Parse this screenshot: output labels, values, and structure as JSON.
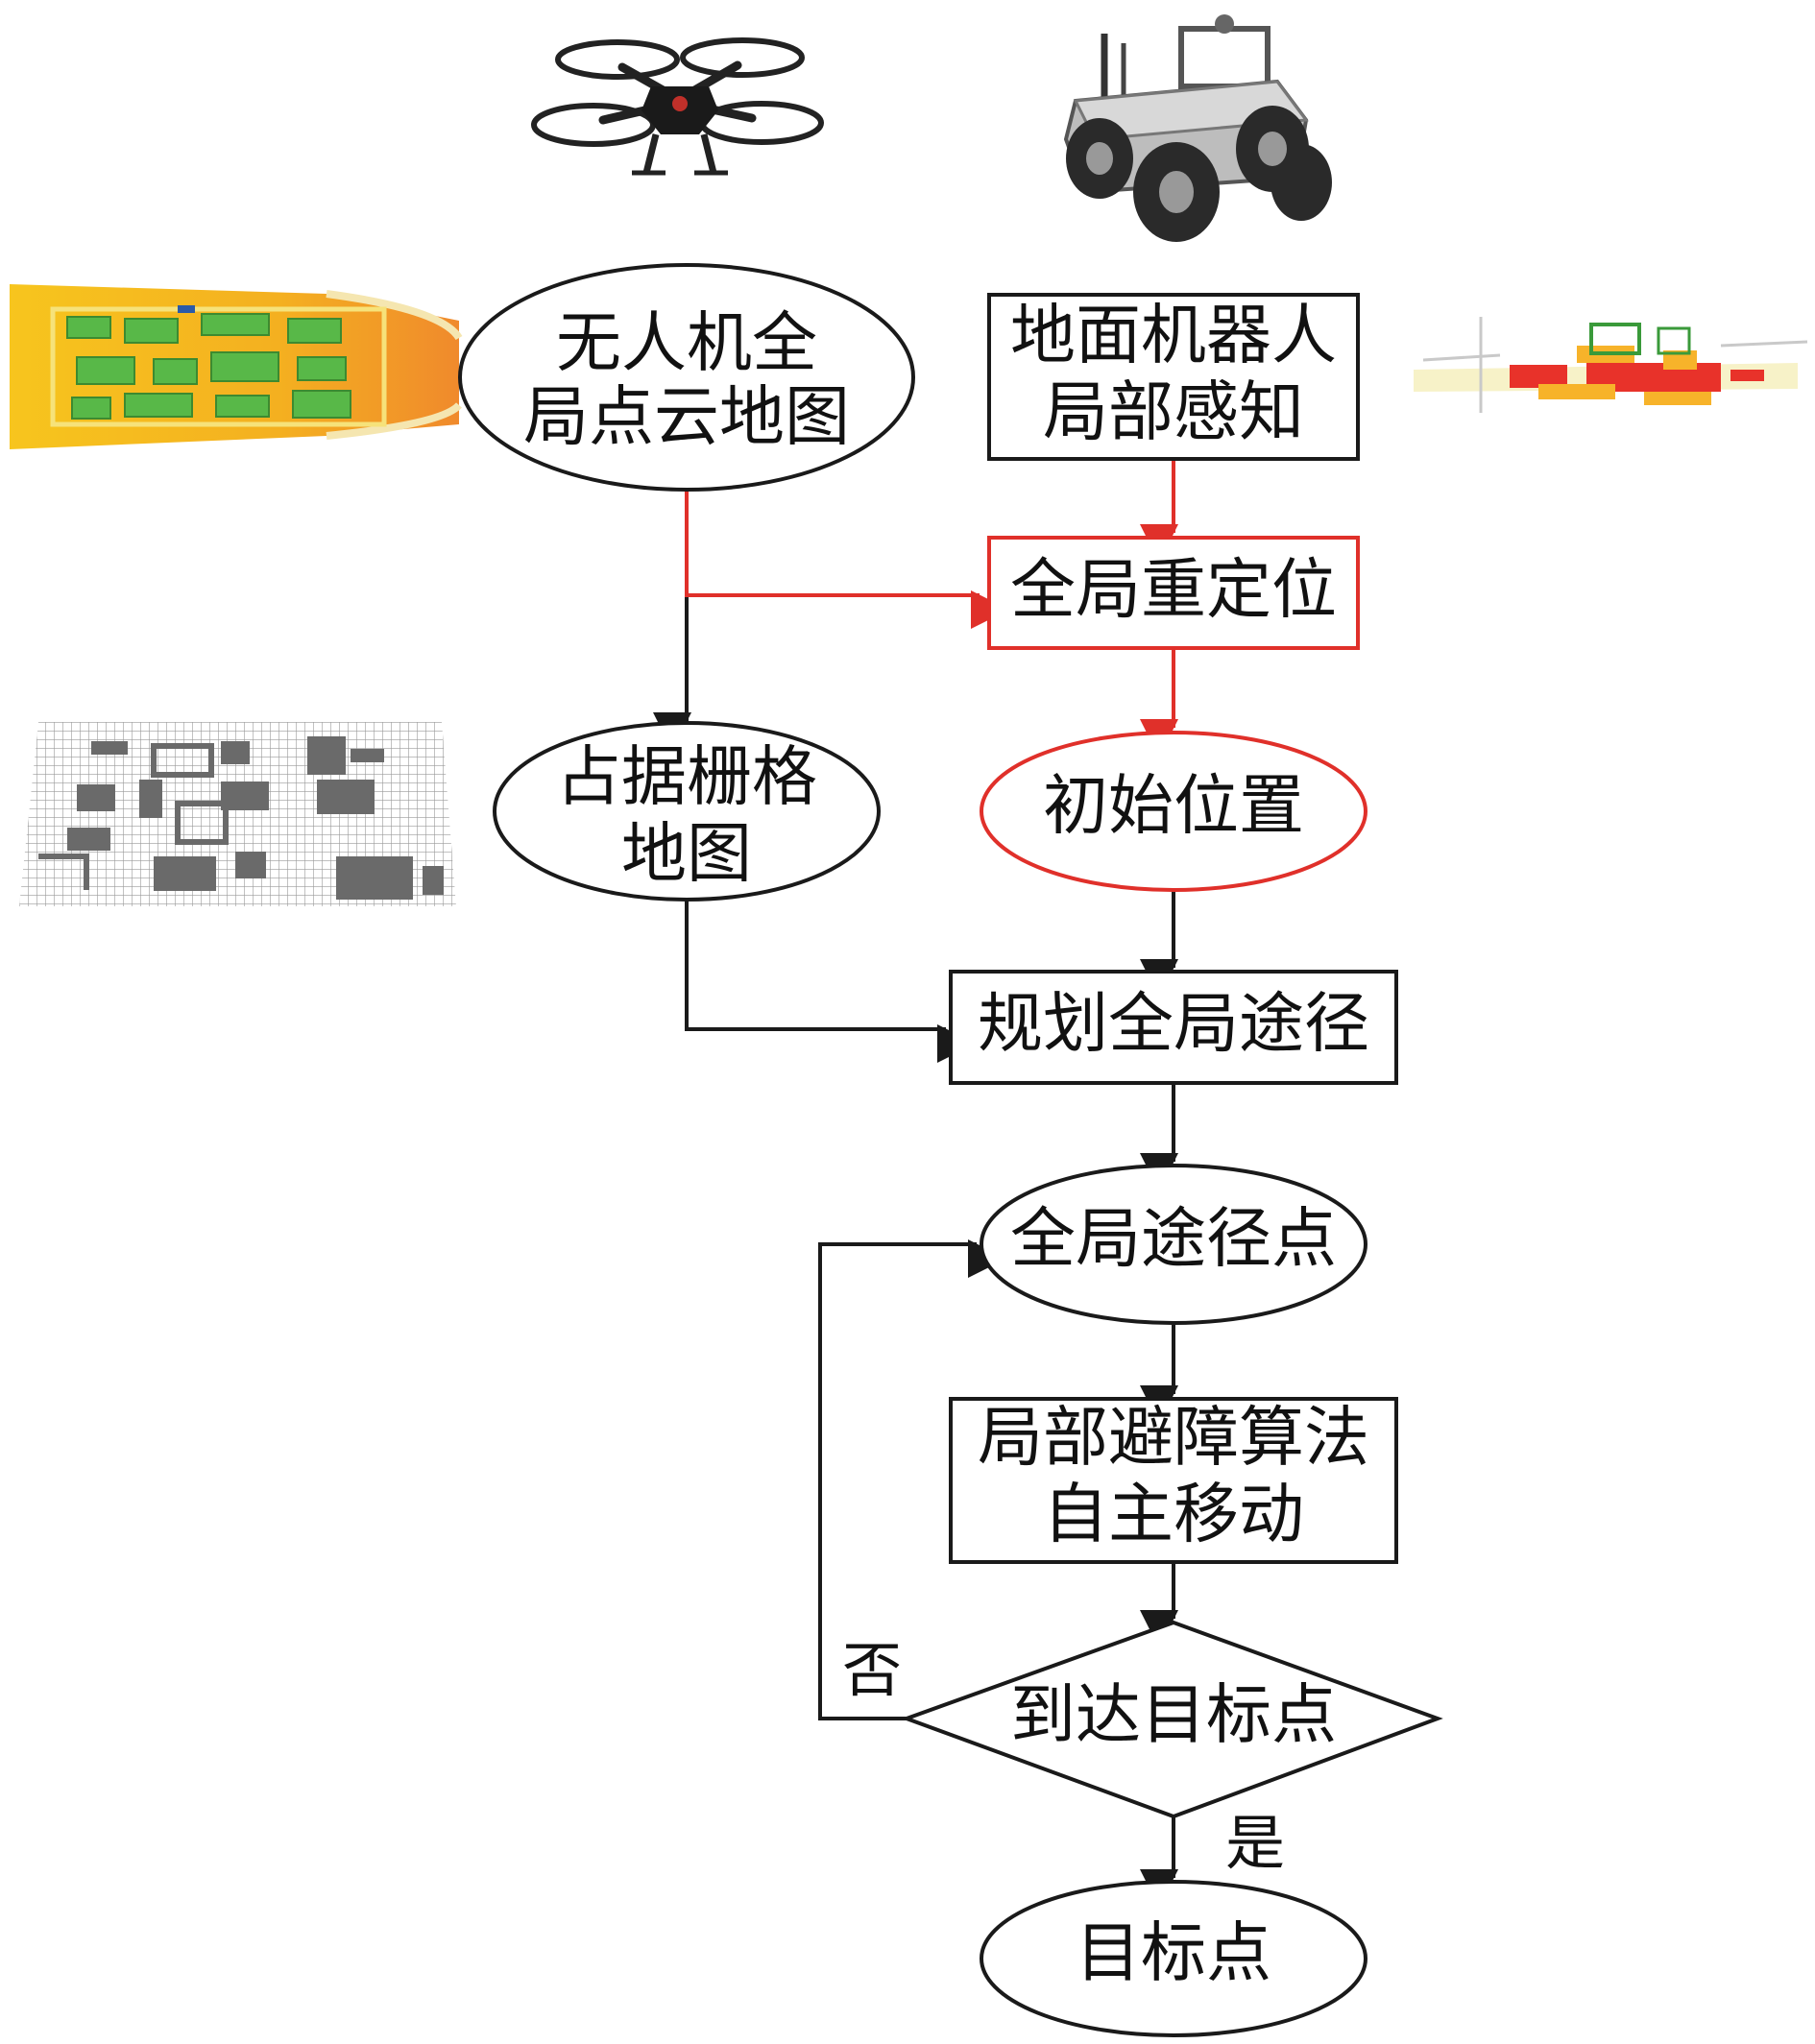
{
  "colors": {
    "black": "#1a1a1a",
    "red": "#e0302a",
    "map_yellow": "#f2b21c",
    "map_green": "#58b848",
    "cloud_red": "#e8322a",
    "grid_gray": "#8c8c8c"
  },
  "icons": {
    "drone": "drone-icon",
    "robot": "ground-robot-icon",
    "global_map": "global-point-cloud-map-image",
    "local_scan": "local-lidar-scan-image",
    "grid_map": "occupancy-grid-map-image"
  },
  "nodes": {
    "uav_map": {
      "line1": "无人机全",
      "line2": "局点云地图"
    },
    "robot_perception": {
      "line1": "地面机器人",
      "line2": "局部感知"
    },
    "relocalization": {
      "text": "全局重定位"
    },
    "occupancy_grid": {
      "line1": "占据栅格",
      "line2": "地图"
    },
    "initial_position": {
      "text": "初始位置"
    },
    "plan_path": {
      "text": "规划全局途径"
    },
    "waypoints": {
      "text": "全局途径点"
    },
    "local_avoidance": {
      "line1": "局部避障算法",
      "line2": "自主移动"
    },
    "reach_target": {
      "text": "到达目标点"
    },
    "target": {
      "text": "目标点"
    }
  },
  "edge_labels": {
    "no": "否",
    "yes": "是"
  }
}
